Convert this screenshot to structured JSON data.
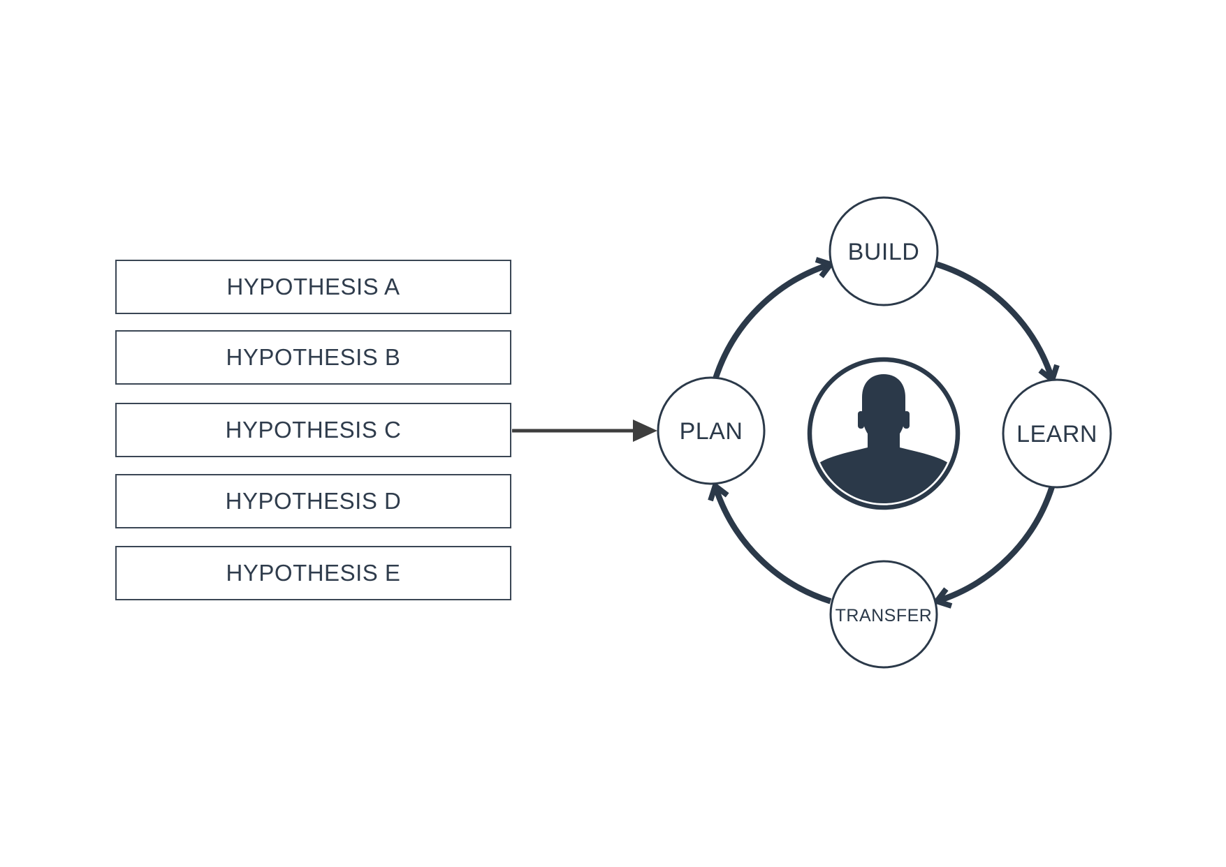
{
  "colors": {
    "ink": "#2b3949",
    "box_border": "#3a4654",
    "box_text": "#2f3c4c",
    "connector_arrow": "#3e3e3e",
    "background": "#ffffff",
    "node_fill": "#ffffff"
  },
  "hypotheses": {
    "items": [
      {
        "label": "HYPOTHESIS A"
      },
      {
        "label": "HYPOTHESIS B"
      },
      {
        "label": "HYPOTHESIS C"
      },
      {
        "label": "HYPOTHESIS D"
      },
      {
        "label": "HYPOTHESIS E"
      }
    ]
  },
  "cycle": {
    "direction": "clockwise",
    "nodes": [
      {
        "id": "build",
        "label": "BUILD"
      },
      {
        "id": "learn",
        "label": "LEARN"
      },
      {
        "id": "transfer",
        "label": "TRANSFER"
      },
      {
        "id": "plan",
        "label": "PLAN"
      }
    ],
    "center_icon": "person-avatar-icon"
  }
}
